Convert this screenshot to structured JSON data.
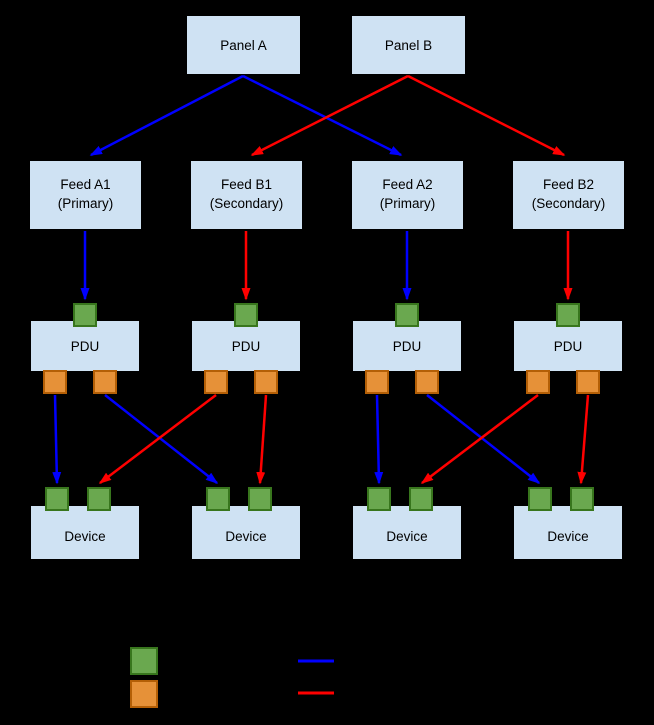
{
  "colors": {
    "background": "#000000",
    "box_fill": "#cfe2f3",
    "box_border": "#000000",
    "text": "#000000",
    "port_green_fill": "#6aa84f",
    "port_green_border": "#38761d",
    "port_orange_fill": "#e69138",
    "port_orange_border": "#b45f06",
    "arrow_blue": "#0000ff",
    "arrow_red": "#ff0000"
  },
  "nodes": {
    "panels": [
      {
        "label": "Panel A"
      },
      {
        "label": "Panel B"
      }
    ],
    "feeds": [
      {
        "line1": "Feed A1",
        "line2": "(Primary)"
      },
      {
        "line1": "Feed B1",
        "line2": "(Secondary)"
      },
      {
        "line1": "Feed A2",
        "line2": "(Primary)"
      },
      {
        "line1": "Feed B2",
        "line2": "(Secondary)"
      }
    ],
    "pdus": [
      {
        "label": "PDU"
      },
      {
        "label": "PDU"
      },
      {
        "label": "PDU"
      },
      {
        "label": "PDU"
      }
    ],
    "devices": [
      {
        "label": "Device"
      },
      {
        "label": "Device"
      },
      {
        "label": "Device"
      },
      {
        "label": "Device"
      }
    ]
  },
  "legend": {
    "green_swatch_color": "#6aa84f",
    "orange_swatch_color": "#e69138",
    "blue_line_color": "#0000ff",
    "red_line_color": "#ff0000"
  }
}
